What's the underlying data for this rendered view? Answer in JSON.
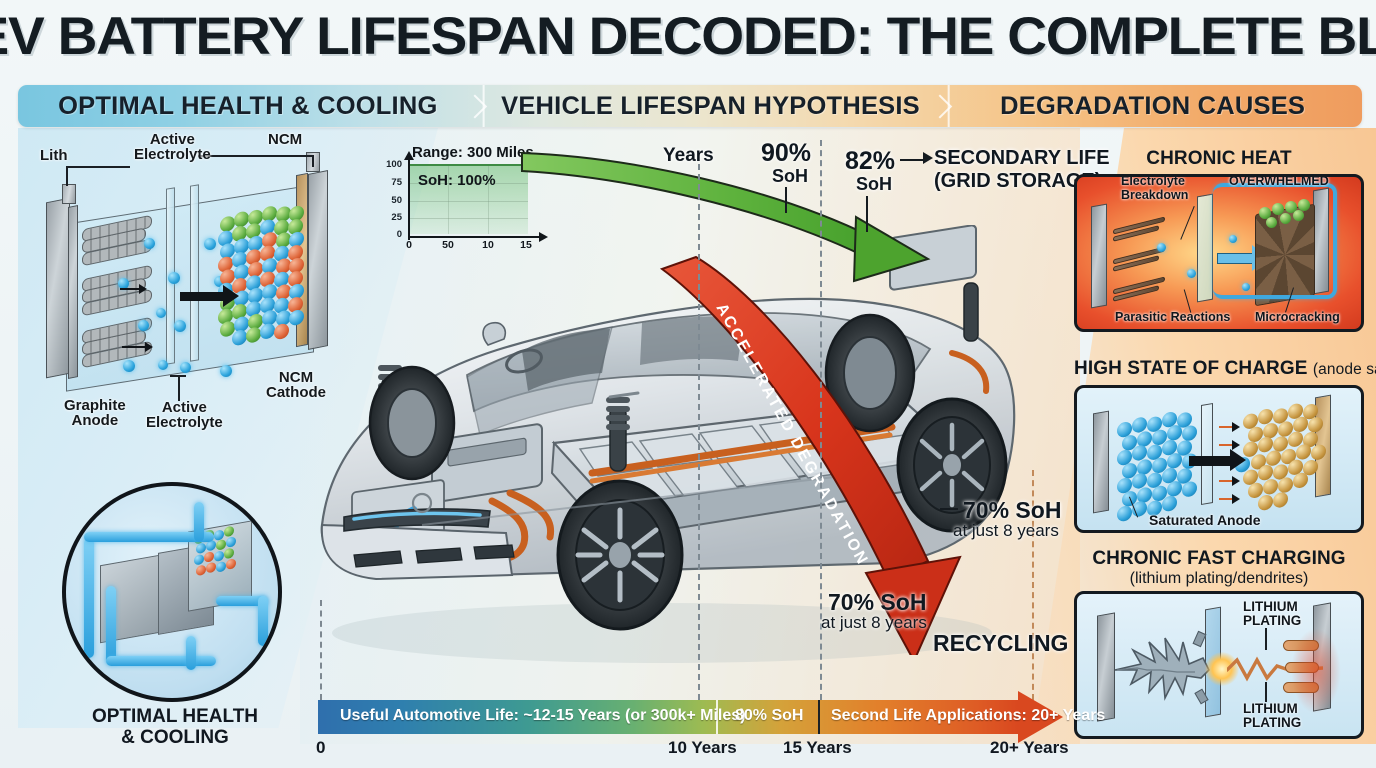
{
  "title": "EV BATTERY LIFESPAN DECODED: THE COMPLETE BLUEPRINT",
  "banner": {
    "segments": [
      {
        "label": "OPTIMAL HEALTH & COOLING"
      },
      {
        "label": "VEHICLE LIFESPAN HYPOTHESIS"
      },
      {
        "label": "DEGRADATION CAUSES"
      }
    ]
  },
  "cell_diagram": {
    "labels": {
      "lith": "Lith",
      "active_electrolyte_top": "Active\nElectrolyte",
      "ncm": "NCM",
      "graphite_anode": "Graphite\nAnode",
      "active_electrolyte_bottom": "Active\nElectrolyte",
      "ncm_cathode": "NCM\nCathode"
    }
  },
  "cooling": {
    "caption": "OPTIMAL HEALTH\n& COOLING"
  },
  "chart_data": {
    "type": "area",
    "title": "Range: 300 Miles",
    "annotation": "SoH: 100%",
    "xlabel": "",
    "ylabel": "",
    "x": [
      0,
      5,
      10,
      15
    ],
    "values": [
      100,
      100,
      100,
      100
    ],
    "categories": [
      "0",
      "50",
      "10",
      "15"
    ],
    "ytick_labels": [
      "100",
      "75",
      "50",
      "25",
      "0"
    ],
    "xtick_labels": [
      "0",
      "50",
      "10",
      "15"
    ],
    "ylim": [
      0,
      100
    ],
    "grid": true,
    "series_color": "#5aac60",
    "marker": {
      "x": 15,
      "y": 100
    }
  },
  "lifespan": {
    "years_label": "Years",
    "soh_90": {
      "value": "90%",
      "unit": "SoH"
    },
    "soh_82": {
      "value": "82%",
      "unit": "SoH"
    },
    "secondary_life": "SECONDARY LIFE\n(GRID STORAGE)",
    "accelerated_label": "ACCELERATED DEGRADATION",
    "soh_70_upper": {
      "value": "70% SoH",
      "note": "at just 8 years"
    },
    "soh_70_lower": {
      "value": "70% SoH",
      "note": "at just 8 years"
    },
    "recycling": "RECYCLING"
  },
  "timeline": {
    "segments": [
      {
        "label": "Useful Automotive Life: ~12-15 Years (or 300k+ Miles)"
      },
      {
        "label": "80% SoH"
      },
      {
        "label": "Second Life Applications: 20+ Years"
      }
    ],
    "ticks": [
      "0",
      "10 Years",
      "15 Years",
      "20+ Years"
    ]
  },
  "causes": [
    {
      "title": "CHRONIC HEAT",
      "subtitle": "",
      "labels": {
        "electrolyte_breakdown": "Electrolyte\nBreakdown",
        "overwhelmed": "OVERWHELMED",
        "parasitic_reactions": "Parasitic Reactions",
        "microcracking": "Microcracking"
      }
    },
    {
      "title": "HIGH STATE OF CHARGE",
      "subtitle": "(anode saturation)",
      "labels": {
        "saturated_anode": "Saturated Anode"
      }
    },
    {
      "title": "CHRONIC FAST CHARGING",
      "subtitle": "(lithium plating/dendrites)",
      "labels": {
        "lithium_plating_top": "LITHIUM\nPLATING",
        "lithium_plating_bottom": "LITHIUM\nPLATING"
      }
    }
  ],
  "colors": {
    "cool_blue": "#79c6e0",
    "warm_orange": "#ef9c5e",
    "green_arrow": "#5fae3e",
    "red_arrow": "#d3341f",
    "background": "#eef4f6"
  }
}
